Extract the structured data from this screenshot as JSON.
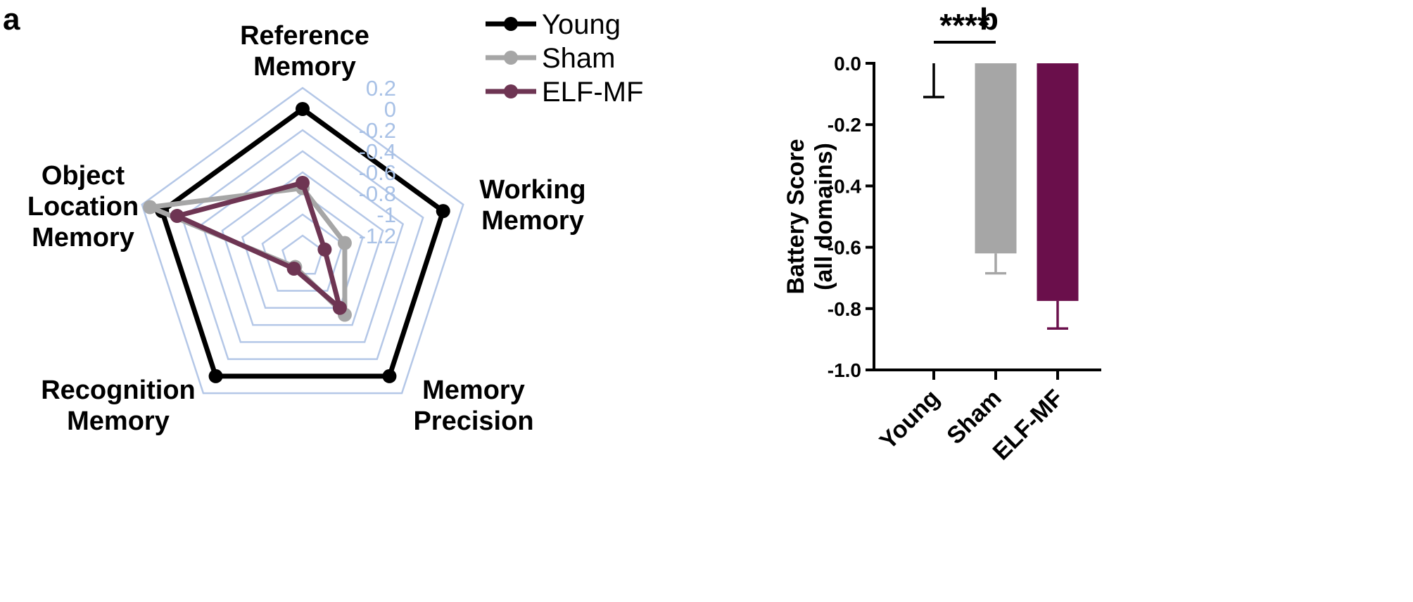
{
  "panel_labels": {
    "a": "a",
    "b": "b"
  },
  "chart_data": [
    {
      "type": "radar",
      "axes": [
        {
          "lines": [
            "Reference",
            "Memory"
          ]
        },
        {
          "lines": [
            "Working",
            "Memory"
          ]
        },
        {
          "lines": [
            "Memory",
            "Precision"
          ]
        },
        {
          "lines": [
            "Recognition",
            "Memory"
          ]
        },
        {
          "lines": [
            "Object",
            "Location",
            "Memory"
          ]
        }
      ],
      "range": [
        -1.4,
        0.2
      ],
      "ticks": [
        0.2,
        0,
        -0.2,
        -0.4,
        -0.6,
        -0.8,
        -1,
        -1.2
      ],
      "tick_labels": [
        "0.2",
        "0",
        "-0.2",
        "-0.4",
        "-0.6",
        "-0.8",
        "-1",
        "-1.2"
      ],
      "series": [
        {
          "name": "Young",
          "color": "#000000",
          "values": [
            0,
            0,
            0,
            0,
            0
          ]
        },
        {
          "name": "Sham",
          "color": "#a6a6a6",
          "values": [
            -0.75,
            -0.98,
            -0.72,
            -1.28,
            0.12
          ]
        },
        {
          "name": "ELF-MF",
          "color": "#6e3553",
          "values": [
            -0.7,
            -1.18,
            -0.8,
            -1.26,
            -0.15
          ]
        }
      ]
    },
    {
      "type": "bar",
      "categories": [
        "Young",
        "Sham",
        "ELF-MF"
      ],
      "values": [
        0.0,
        -0.62,
        -0.775
      ],
      "errors": [
        0.11,
        0.065,
        0.09
      ],
      "colors": [
        "#000000",
        "#a6a6a6",
        "#6a0f4b"
      ],
      "ylabel_lines": [
        "Battery Score",
        "(all domains)"
      ],
      "ylim": [
        -1.0,
        0.0
      ],
      "yticks": [
        0.0,
        -0.2,
        -0.4,
        -0.6,
        -0.8,
        -1.0
      ],
      "ytick_labels": [
        "0.0",
        "-0.2",
        "-0.4",
        "-0.6",
        "-0.8",
        "-1.0"
      ],
      "significance": {
        "from": 0,
        "to": 1,
        "label": "****"
      }
    }
  ]
}
